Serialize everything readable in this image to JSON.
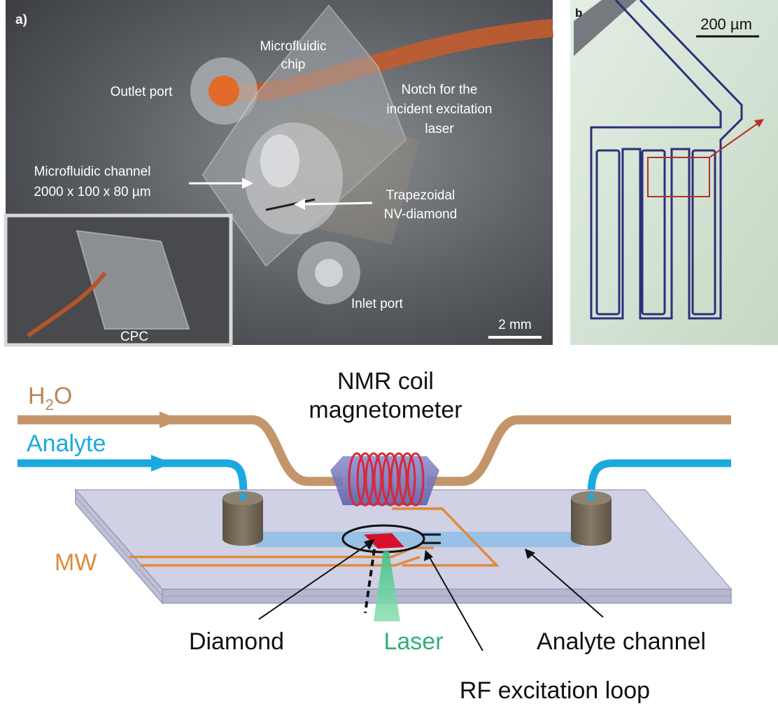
{
  "panel_a": {
    "label": "a)",
    "microfluidic_chip": [
      "Microfluidic",
      "chip"
    ],
    "outlet_port": "Outlet port",
    "notch": [
      "Notch for the",
      "incident excitation",
      "laser"
    ],
    "channel": [
      "Microfluidic channel",
      "2000 x 100 x 80 µm"
    ],
    "diamond": [
      "Trapezoidal",
      "NV-diamond"
    ],
    "inlet_port": "Inlet port",
    "cpc": "CPC",
    "scale_bar": "2 mm"
  },
  "panel_b": {
    "label": "b",
    "scale_bar": "200 µm"
  },
  "schematic": {
    "h2o_main": "H",
    "h2o_sub": "2",
    "h2o_end": "O",
    "analyte": "Analyte",
    "nmr_line1": "NMR coil",
    "nmr_line2": "magnetometer",
    "mw": "MW",
    "diamond": "Diamond",
    "laser": "Laser",
    "analyte_channel": "Analyte channel",
    "rf_loop": "RF excitation loop"
  },
  "colors": {
    "h2o_tube": "#c4956a",
    "analyte_tube": "#1aa9df",
    "mw_wire": "#e08a3c",
    "laser": "#3fbf84",
    "coil": "#d42a3a",
    "diamond": "#d8102c",
    "chip": "#c9cbe0",
    "port": "#6e6352"
  }
}
